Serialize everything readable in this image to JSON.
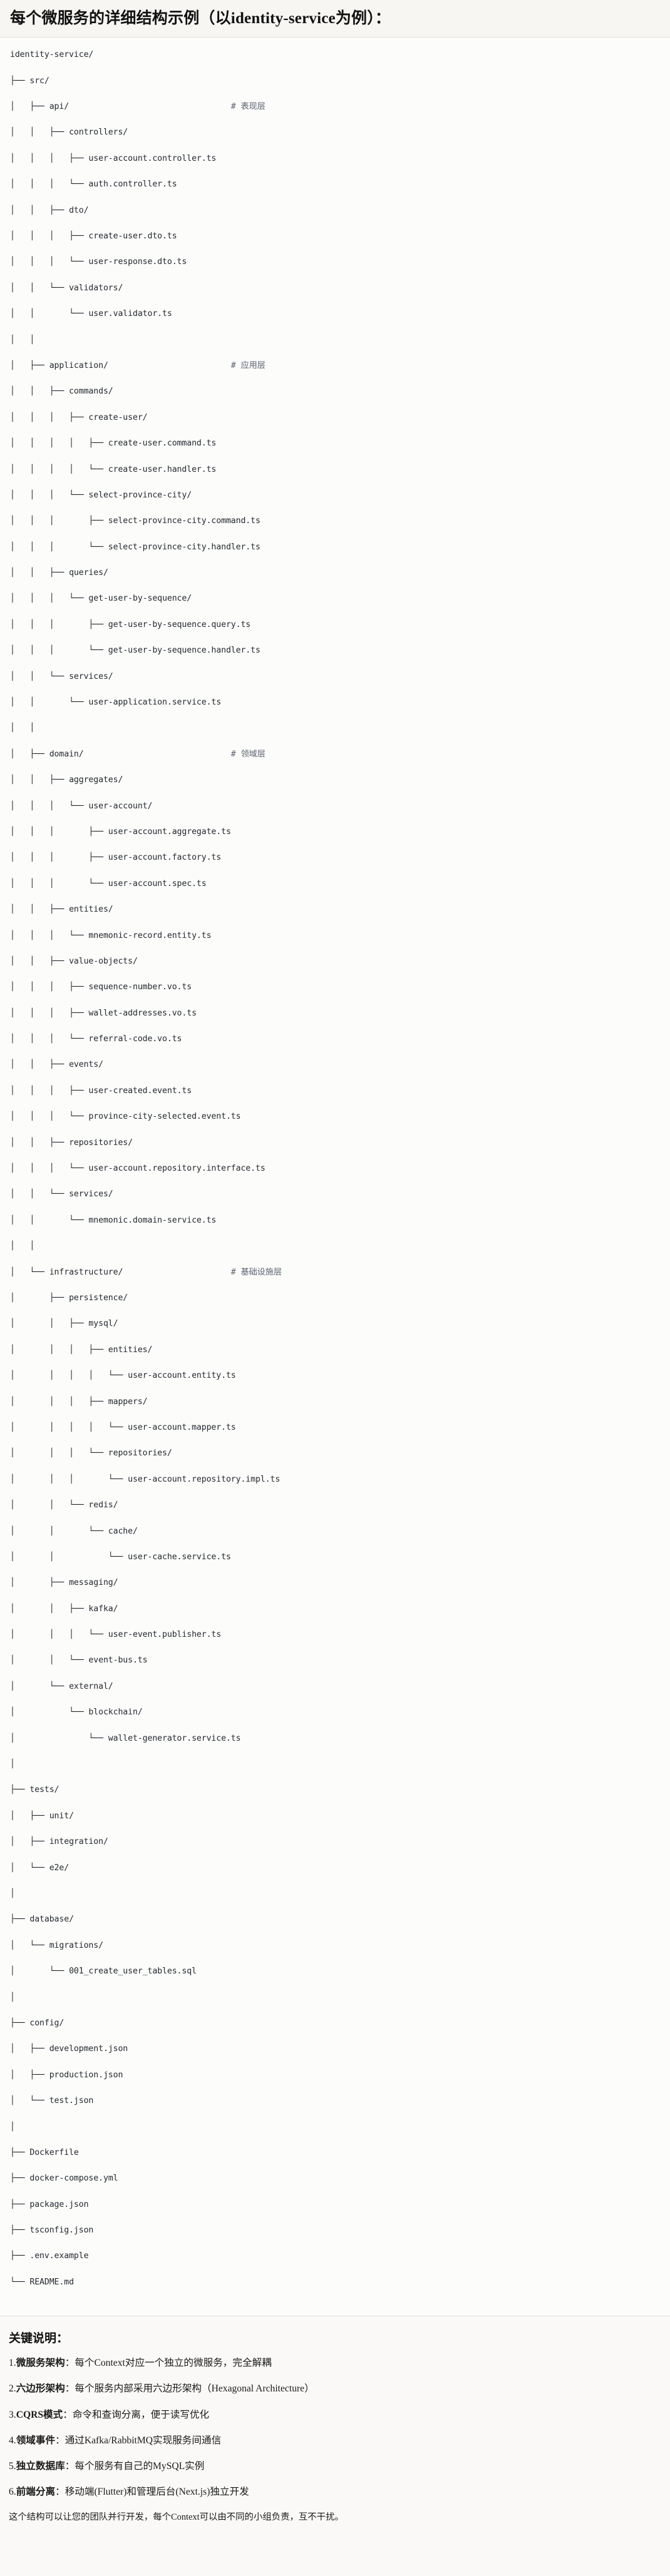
{
  "header": {
    "title": "每个微服务的详细结构示例（以identity-service为例）："
  },
  "tree": {
    "root": "identity-service/",
    "lines": [
      {
        "path": "identity-service/",
        "comment": ""
      },
      {
        "path": "├── src/",
        "comment": ""
      },
      {
        "path": "│   ├── api/",
        "comment": "# 表现层"
      },
      {
        "path": "│   │   ├── controllers/",
        "comment": ""
      },
      {
        "path": "│   │   │   ├── user-account.controller.ts",
        "comment": ""
      },
      {
        "path": "│   │   │   └── auth.controller.ts",
        "comment": ""
      },
      {
        "path": "│   │   ├── dto/",
        "comment": ""
      },
      {
        "path": "│   │   │   ├── create-user.dto.ts",
        "comment": ""
      },
      {
        "path": "│   │   │   └── user-response.dto.ts",
        "comment": ""
      },
      {
        "path": "│   │   └── validators/",
        "comment": ""
      },
      {
        "path": "│   │       └── user.validator.ts",
        "comment": ""
      },
      {
        "path": "│   │",
        "comment": ""
      },
      {
        "path": "│   ├── application/",
        "comment": "# 应用层"
      },
      {
        "path": "│   │   ├── commands/",
        "comment": ""
      },
      {
        "path": "│   │   │   ├── create-user/",
        "comment": ""
      },
      {
        "path": "│   │   │   │   ├── create-user.command.ts",
        "comment": ""
      },
      {
        "path": "│   │   │   │   └── create-user.handler.ts",
        "comment": ""
      },
      {
        "path": "│   │   │   └── select-province-city/",
        "comment": ""
      },
      {
        "path": "│   │   │       ├── select-province-city.command.ts",
        "comment": ""
      },
      {
        "path": "│   │   │       └── select-province-city.handler.ts",
        "comment": ""
      },
      {
        "path": "│   │   ├── queries/",
        "comment": ""
      },
      {
        "path": "│   │   │   └── get-user-by-sequence/",
        "comment": ""
      },
      {
        "path": "│   │   │       ├── get-user-by-sequence.query.ts",
        "comment": ""
      },
      {
        "path": "│   │   │       └── get-user-by-sequence.handler.ts",
        "comment": ""
      },
      {
        "path": "│   │   └── services/",
        "comment": ""
      },
      {
        "path": "│   │       └── user-application.service.ts",
        "comment": ""
      },
      {
        "path": "│   │",
        "comment": ""
      },
      {
        "path": "│   ├── domain/",
        "comment": "# 领域层"
      },
      {
        "path": "│   │   ├── aggregates/",
        "comment": ""
      },
      {
        "path": "│   │   │   └── user-account/",
        "comment": ""
      },
      {
        "path": "│   │   │       ├── user-account.aggregate.ts",
        "comment": ""
      },
      {
        "path": "│   │   │       ├── user-account.factory.ts",
        "comment": ""
      },
      {
        "path": "│   │   │       └── user-account.spec.ts",
        "comment": ""
      },
      {
        "path": "│   │   ├── entities/",
        "comment": ""
      },
      {
        "path": "│   │   │   └── mnemonic-record.entity.ts",
        "comment": ""
      },
      {
        "path": "│   │   ├── value-objects/",
        "comment": ""
      },
      {
        "path": "│   │   │   ├── sequence-number.vo.ts",
        "comment": ""
      },
      {
        "path": "│   │   │   ├── wallet-addresses.vo.ts",
        "comment": ""
      },
      {
        "path": "│   │   │   └── referral-code.vo.ts",
        "comment": ""
      },
      {
        "path": "│   │   ├── events/",
        "comment": ""
      },
      {
        "path": "│   │   │   ├── user-created.event.ts",
        "comment": ""
      },
      {
        "path": "│   │   │   └── province-city-selected.event.ts",
        "comment": ""
      },
      {
        "path": "│   │   ├── repositories/",
        "comment": ""
      },
      {
        "path": "│   │   │   └── user-account.repository.interface.ts",
        "comment": ""
      },
      {
        "path": "│   │   └── services/",
        "comment": ""
      },
      {
        "path": "│   │       └── mnemonic.domain-service.ts",
        "comment": ""
      },
      {
        "path": "│   │",
        "comment": ""
      },
      {
        "path": "│   └── infrastructure/",
        "comment": "# 基础设施层"
      },
      {
        "path": "│       ├── persistence/",
        "comment": ""
      },
      {
        "path": "│       │   ├── mysql/",
        "comment": ""
      },
      {
        "path": "│       │   │   ├── entities/",
        "comment": ""
      },
      {
        "path": "│       │   │   │   └── user-account.entity.ts",
        "comment": ""
      },
      {
        "path": "│       │   │   ├── mappers/",
        "comment": ""
      },
      {
        "path": "│       │   │   │   └── user-account.mapper.ts",
        "comment": ""
      },
      {
        "path": "│       │   │   └── repositories/",
        "comment": ""
      },
      {
        "path": "│       │   │       └── user-account.repository.impl.ts",
        "comment": ""
      },
      {
        "path": "│       │   └── redis/",
        "comment": ""
      },
      {
        "path": "│       │       └── cache/",
        "comment": ""
      },
      {
        "path": "│       │           └── user-cache.service.ts",
        "comment": ""
      },
      {
        "path": "│       ├── messaging/",
        "comment": ""
      },
      {
        "path": "│       │   ├── kafka/",
        "comment": ""
      },
      {
        "path": "│       │   │   └── user-event.publisher.ts",
        "comment": ""
      },
      {
        "path": "│       │   └── event-bus.ts",
        "comment": ""
      },
      {
        "path": "│       └── external/",
        "comment": ""
      },
      {
        "path": "│           └── blockchain/",
        "comment": ""
      },
      {
        "path": "│               └── wallet-generator.service.ts",
        "comment": ""
      },
      {
        "path": "│",
        "comment": ""
      },
      {
        "path": "├── tests/",
        "comment": ""
      },
      {
        "path": "│   ├── unit/",
        "comment": ""
      },
      {
        "path": "│   ├── integration/",
        "comment": ""
      },
      {
        "path": "│   └── e2e/",
        "comment": ""
      },
      {
        "path": "│",
        "comment": ""
      },
      {
        "path": "├── database/",
        "comment": ""
      },
      {
        "path": "│   └── migrations/",
        "comment": ""
      },
      {
        "path": "│       └── 001_create_user_tables.sql",
        "comment": ""
      },
      {
        "path": "│",
        "comment": ""
      },
      {
        "path": "├── config/",
        "comment": ""
      },
      {
        "path": "│   ├── development.json",
        "comment": ""
      },
      {
        "path": "│   ├── production.json",
        "comment": ""
      },
      {
        "path": "│   └── test.json",
        "comment": ""
      },
      {
        "path": "│",
        "comment": ""
      },
      {
        "path": "├── Dockerfile",
        "comment": ""
      },
      {
        "path": "├── docker-compose.yml",
        "comment": ""
      },
      {
        "path": "├── package.json",
        "comment": ""
      },
      {
        "path": "├── tsconfig.json",
        "comment": ""
      },
      {
        "path": "├── .env.example",
        "comment": ""
      },
      {
        "path": "└── README.md",
        "comment": ""
      }
    ],
    "comment_column": 45
  },
  "notes": {
    "heading": "关键说明：",
    "items": [
      {
        "num": "1.",
        "term": "微服务架构",
        "desc": "：每个Context对应一个独立的微服务，完全解耦"
      },
      {
        "num": "2.",
        "term": "六边形架构",
        "desc": "：每个服务内部采用六边形架构（Hexagonal Architecture）"
      },
      {
        "num": "3.",
        "term": "CQRS模式",
        "desc": "：命令和查询分离，便于读写优化"
      },
      {
        "num": "4.",
        "term": "领域事件",
        "desc": "：通过Kafka/RabbitMQ实现服务间通信"
      },
      {
        "num": "5.",
        "term": "独立数据库",
        "desc": "：每个服务有自己的MySQL实例"
      },
      {
        "num": "6.",
        "term": "前端分离",
        "desc": "：移动端(Flutter)和管理后台(Next.js)独立开发"
      }
    ],
    "footer": "这个结构可以让您的团队并行开发，每个Context可以由不同的小组负责，互不干扰。"
  },
  "colors": {
    "page_bg": "#faf9f7",
    "code_bg": "#fcfcfb",
    "text": "#24292e",
    "comment": "#5c6370",
    "rule": "#e3e1dc"
  }
}
